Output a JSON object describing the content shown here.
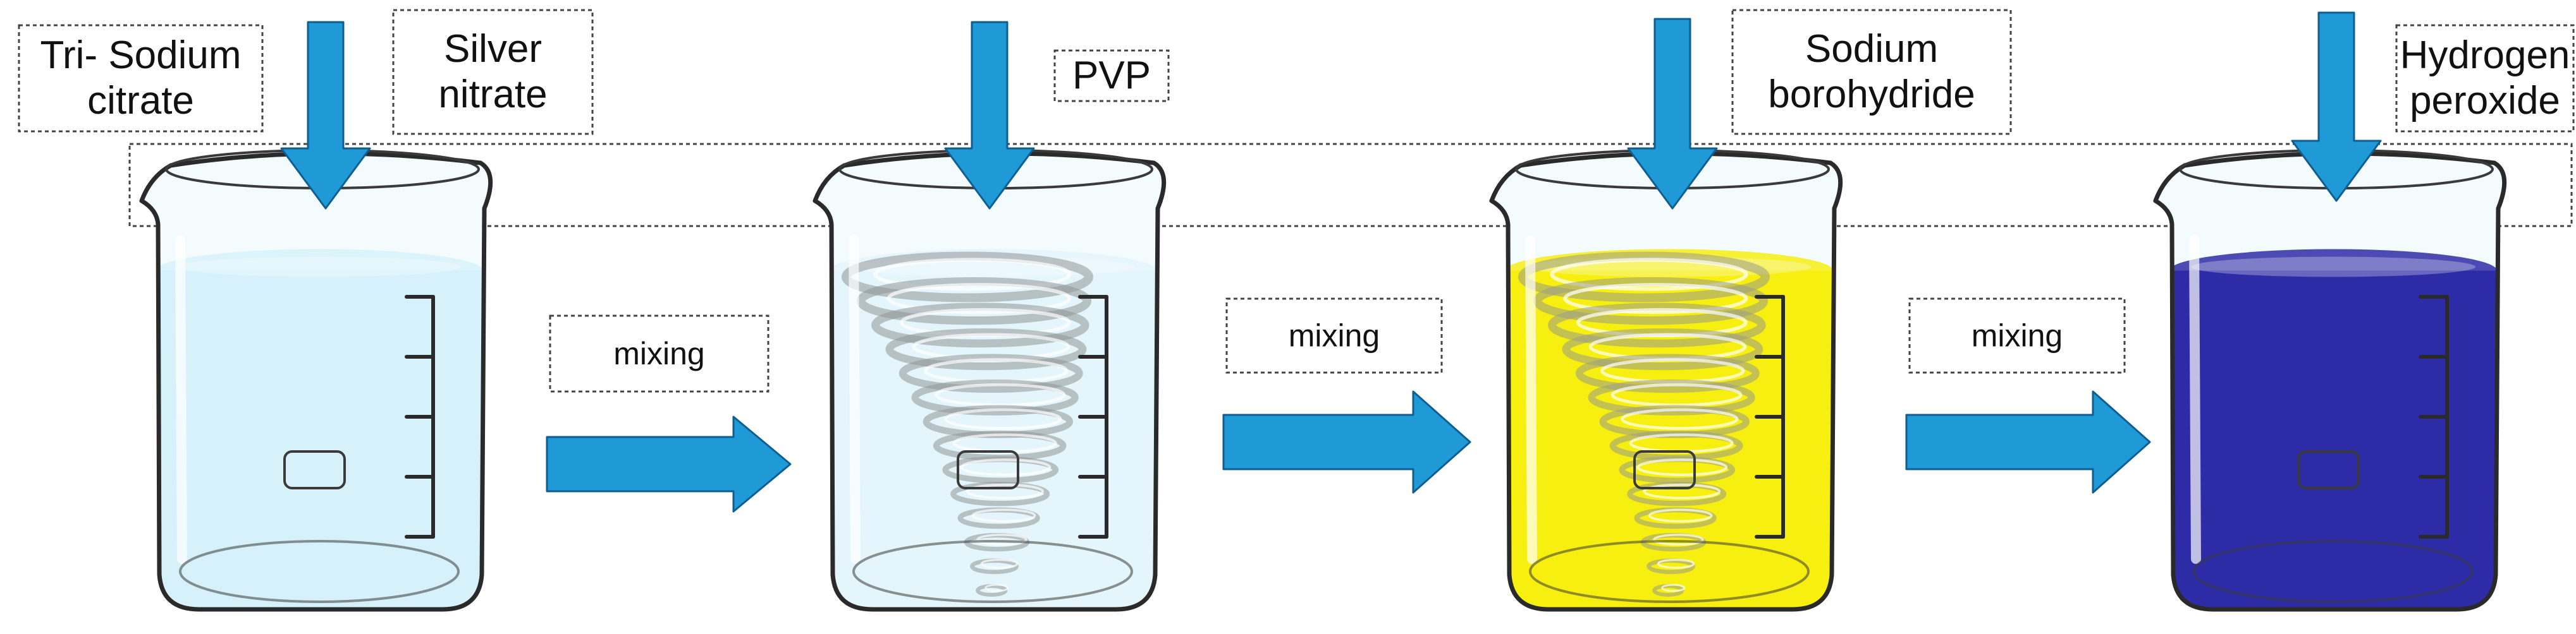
{
  "steps": [
    {
      "id": "step-1",
      "labels": [
        {
          "id": "tri-sodium-citrate",
          "lines": [
            "Tri- Sodium",
            "citrate"
          ]
        },
        {
          "id": "silver-nitrate",
          "lines": [
            "Silver",
            "nitrate"
          ]
        }
      ],
      "liquid": {
        "color": "#d6f1fa",
        "level": 0.31,
        "swirl": false
      }
    },
    {
      "id": "step-2",
      "labels": [
        {
          "id": "pvp",
          "lines": [
            "PVP"
          ]
        }
      ],
      "liquid": {
        "color": "#e4f5fb",
        "level": 0.31,
        "swirl": true,
        "swirl_color": "#8f9598"
      }
    },
    {
      "id": "step-3",
      "labels": [
        {
          "id": "sodium-borohydride",
          "lines": [
            "Sodium",
            "borohydride"
          ]
        }
      ],
      "liquid": {
        "color": "#f6ef10",
        "level": 0.31,
        "swirl": true,
        "swirl_color": "#9a9a8a"
      }
    },
    {
      "id": "step-4",
      "labels": [
        {
          "id": "hydrogen-peroxide",
          "lines": [
            "Hydrogen",
            "peroxide"
          ]
        }
      ],
      "liquid": {
        "color": "#2e2ba6",
        "level": 0.31,
        "swirl": false
      }
    }
  ],
  "transitions": [
    {
      "id": "transition-1",
      "label": "mixing"
    },
    {
      "id": "transition-2",
      "label": "mixing"
    },
    {
      "id": "transition-3",
      "label": "mixing"
    }
  ],
  "colors": {
    "arrow": "#1f9ad6",
    "arrow_edge": "#0f5e92"
  }
}
